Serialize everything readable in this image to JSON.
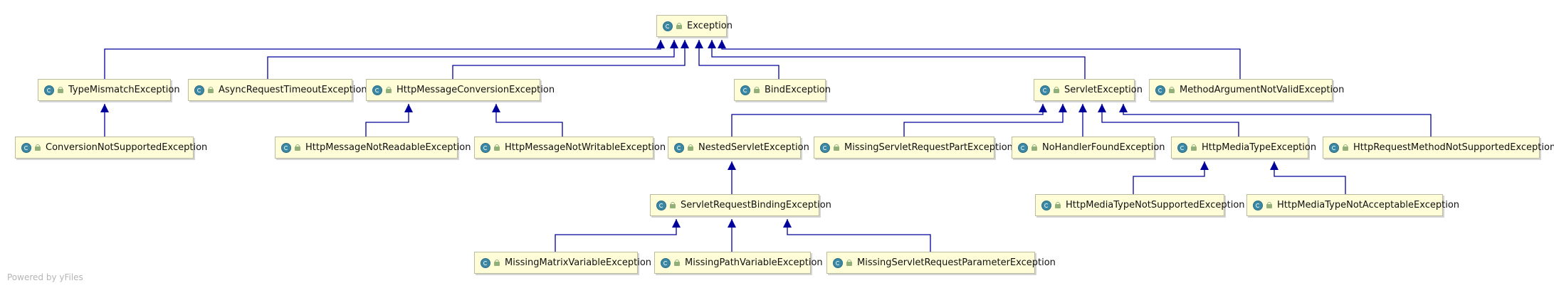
{
  "nodes": {
    "exception": "Exception",
    "type_mismatch": "TypeMismatchException",
    "async_timeout": "AsyncRequestTimeoutException",
    "http_msg_conversion": "HttpMessageConversionException",
    "bind": "BindException",
    "servlet": "ServletException",
    "method_arg_not_valid": "MethodArgumentNotValidException",
    "conversion_not_supported": "ConversionNotSupportedException",
    "http_msg_not_readable": "HttpMessageNotReadableException",
    "http_msg_not_writable": "HttpMessageNotWritableException",
    "nested_servlet": "NestedServletException",
    "missing_request_part": "MissingServletRequestPartException",
    "no_handler_found": "NoHandlerFoundException",
    "http_media_type": "HttpMediaTypeException",
    "http_method_not_supported": "HttpRequestMethodNotSupportedException",
    "servlet_request_binding": "ServletRequestBindingException",
    "media_type_not_supported": "HttpMediaTypeNotSupportedException",
    "media_type_not_acceptable": "HttpMediaTypeNotAcceptableException",
    "missing_matrix_variable": "MissingMatrixVariableException",
    "missing_path_variable": "MissingPathVariableException",
    "missing_request_parameter": "MissingServletRequestParameterException"
  },
  "icons": {
    "class": "class-icon",
    "visibility": "public-lock-icon"
  },
  "colors": {
    "node_fill": "#fffdd8",
    "node_border": "#bbbba0",
    "edge": "#00009b",
    "icon": "#3b88a4"
  },
  "footer": "Powered by yFiles"
}
